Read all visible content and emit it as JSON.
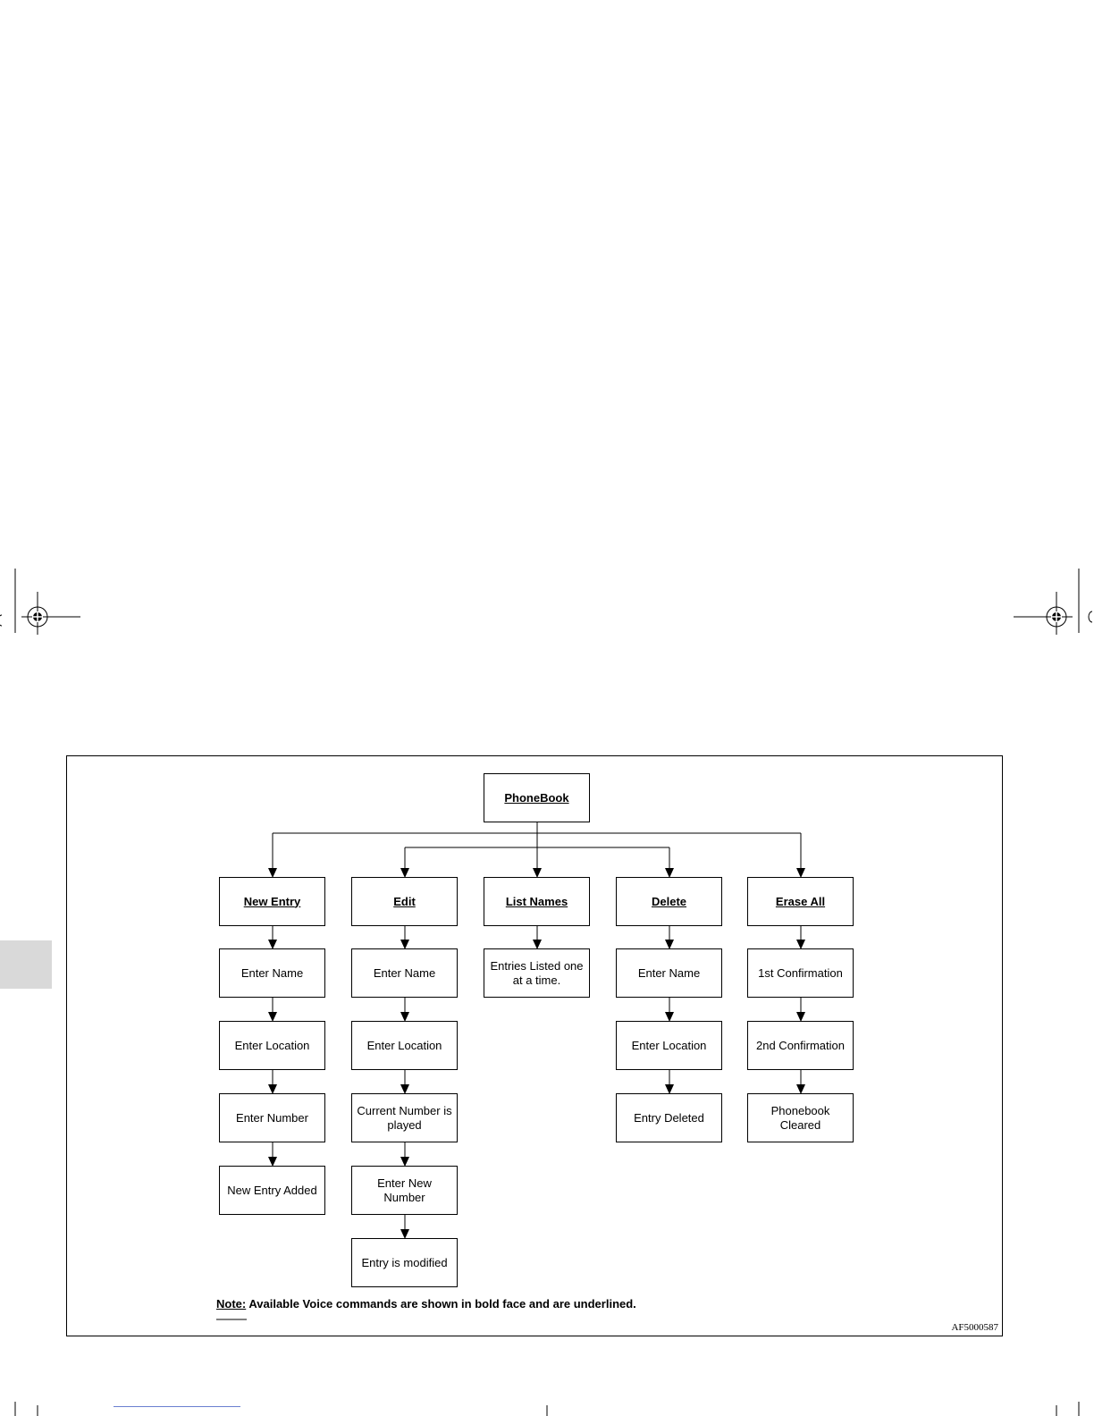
{
  "diagram": {
    "root": "PhoneBook",
    "branches": [
      {
        "command": "New Entry",
        "steps": [
          "Enter Name",
          "Enter Location",
          "Enter Number",
          "New Entry Added"
        ]
      },
      {
        "command": "Edit",
        "steps": [
          "Enter Name",
          "Enter Location",
          "Current Number is played",
          "Enter New Number",
          "Entry is modified"
        ]
      },
      {
        "command": "List Names",
        "steps": [
          "Entries  Listed one at a time."
        ]
      },
      {
        "command": "Delete",
        "steps": [
          "Enter Name",
          "Enter Location",
          "Entry Deleted"
        ]
      },
      {
        "command": "Erase All",
        "steps": [
          "1st Confirmation",
          "2nd Confirmation",
          "Phonebook Cleared"
        ]
      }
    ],
    "note_label": "Note:",
    "note_text": " Available Voice commands are shown in bold face and are underlined.",
    "figure_code": "AF5000587"
  }
}
